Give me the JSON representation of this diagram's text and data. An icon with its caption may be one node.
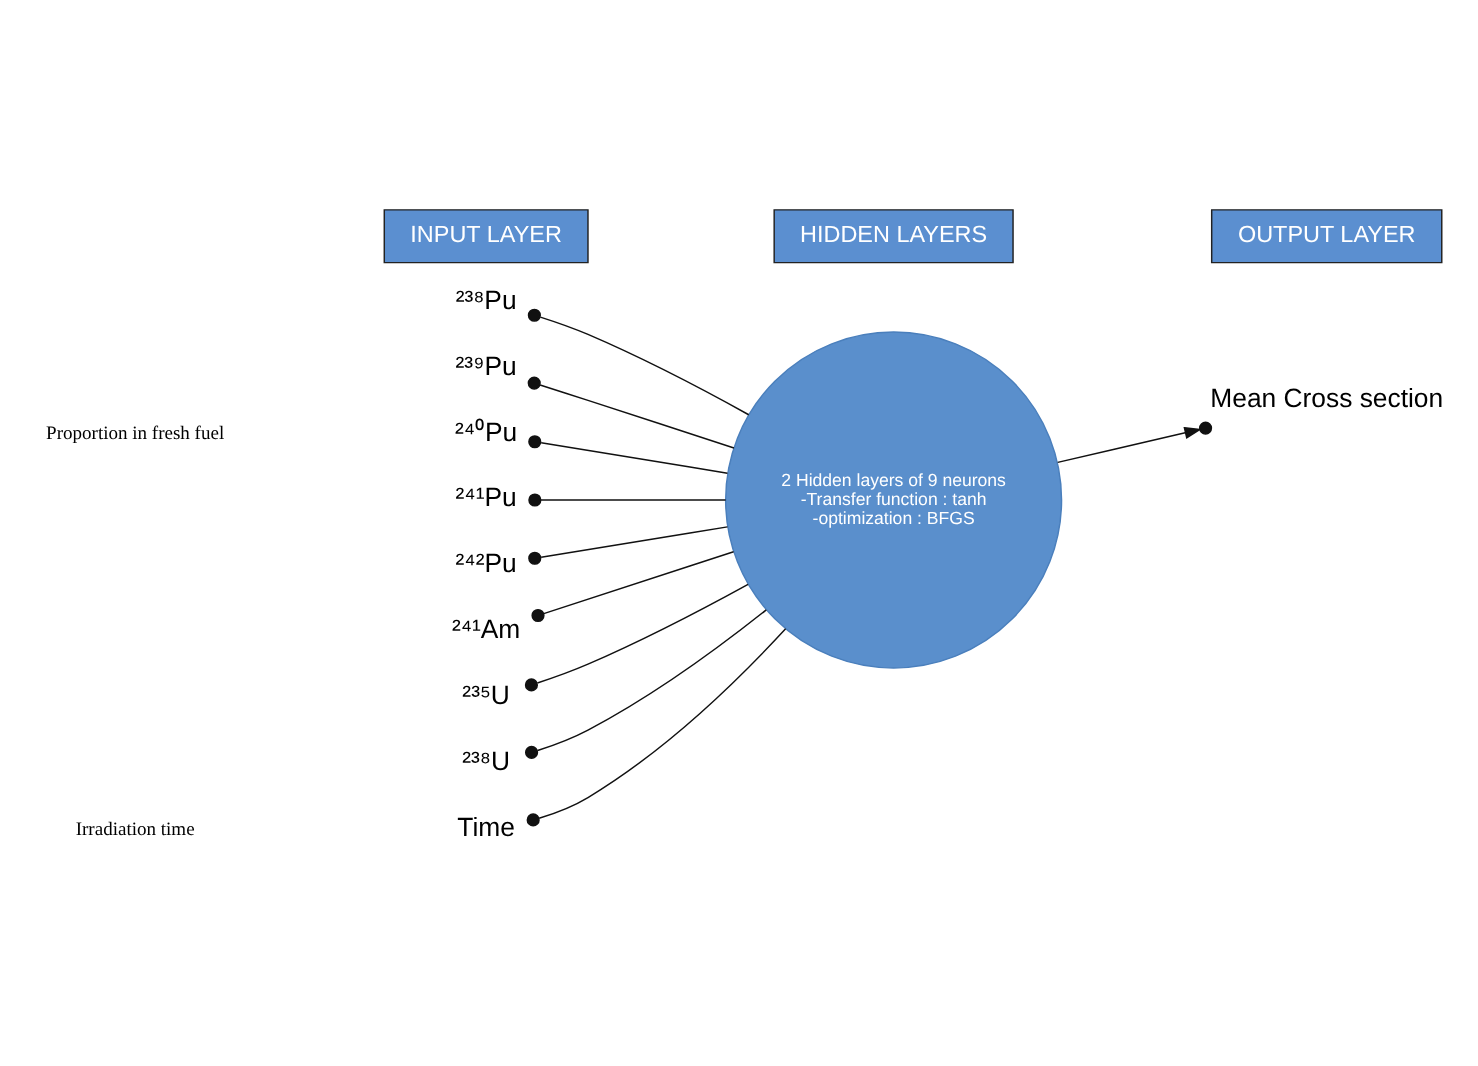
{
  "diagram": {
    "nodes": [
      {
        "text": [
          "INPUT LAYER"
        ]
      },
      {
        "text": [
          "HIDDEN LAYERS"
        ]
      },
      {
        "text": [
          "OUTPUT LAYER"
        ]
      },
      {
        "text": [
          "²³⁸Pu"
        ]
      },
      {
        "text": [
          "²³⁹Pu"
        ]
      },
      {
        "text": [
          "²⁴⁰Pu"
        ]
      },
      {
        "text": [
          "²⁴¹Pu"
        ]
      },
      {
        "text": [
          "²⁴²Pu"
        ]
      },
      {
        "text": [
          "²⁴¹Am"
        ]
      },
      {
        "text": [
          "²³⁵U"
        ]
      },
      {
        "text": [
          "²³⁸U"
        ]
      },
      {
        "text": [
          "Time"
        ]
      },
      {
        "text": [
          "2 Hidden layers of 9 neurons",
          "-Transfer function : tanh",
          "-optimization : BFGS"
        ]
      },
      {
        "text": [
          "Mean Cross section"
        ]
      }
    ],
    "edges": [
      {
        "from": 3,
        "to": 12,
        "arrow": "other"
      },
      {
        "from": 4,
        "to": 12,
        "arrow": "other"
      },
      {
        "from": 5,
        "to": 12,
        "arrow": "other"
      },
      {
        "from": 6,
        "to": 12,
        "arrow": "other"
      },
      {
        "from": 7,
        "to": 12,
        "arrow": "other"
      },
      {
        "from": 8,
        "to": 12,
        "arrow": "other"
      },
      {
        "from": 9,
        "to": 12,
        "arrow": "other"
      },
      {
        "from": 10,
        "to": 12,
        "arrow": "other"
      },
      {
        "from": 11,
        "to": 12,
        "arrow": "other"
      },
      {
        "from": 12,
        "to": 13,
        "arrow": "to"
      }
    ],
    "labels": [
      "Proportion in fresh fuel",
      "Irradiation time"
    ]
  }
}
